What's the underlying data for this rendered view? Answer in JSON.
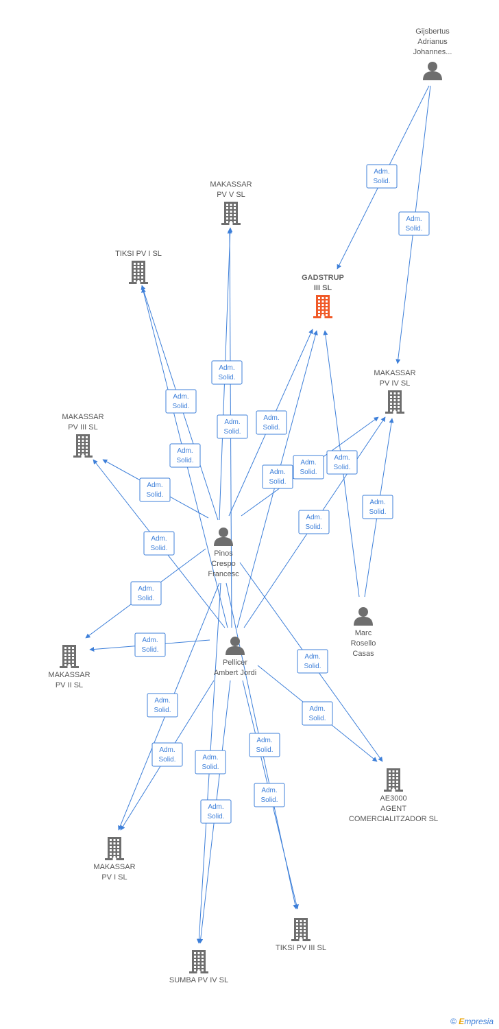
{
  "colors": {
    "edge": "#3d7fd9",
    "company": "#6e6e6e",
    "focus_company": "#f05a28",
    "person": "#6e6e6e"
  },
  "edge_label": [
    "Adm.",
    "Solid."
  ],
  "nodes": [
    {
      "id": "gijsbertus",
      "type": "person",
      "label": [
        "Gijsbertus",
        "Adrianus",
        "Johannes..."
      ]
    },
    {
      "id": "makassar5",
      "type": "company",
      "label": [
        "MAKASSAR",
        "PV V SL"
      ]
    },
    {
      "id": "tiksi1",
      "type": "company",
      "label": [
        "TIKSI PV I SL"
      ]
    },
    {
      "id": "gadstrup",
      "type": "company",
      "focus": true,
      "label": [
        "GADSTRUP",
        "III SL"
      ]
    },
    {
      "id": "makassar4",
      "type": "company",
      "label": [
        "MAKASSAR",
        "PV IV SL"
      ]
    },
    {
      "id": "makassar3",
      "type": "company",
      "label": [
        "MAKASSAR",
        "PV III SL"
      ]
    },
    {
      "id": "pinos",
      "type": "person",
      "label": [
        "Pinos",
        "Crespo",
        "Francesc"
      ]
    },
    {
      "id": "pellicer",
      "type": "person",
      "label": [
        "Pellicer",
        "Ambert Jordi"
      ]
    },
    {
      "id": "marc",
      "type": "person",
      "label": [
        "Marc",
        "Rosello",
        "Casas"
      ]
    },
    {
      "id": "makassar2",
      "type": "company",
      "label": [
        "MAKASSAR",
        "PV II SL"
      ]
    },
    {
      "id": "ae3000",
      "type": "company",
      "label": [
        "AE3000",
        "AGENT",
        "COMERCIALITZADOR SL"
      ]
    },
    {
      "id": "makassar1",
      "type": "company",
      "label": [
        "MAKASSAR",
        "PV I SL"
      ]
    },
    {
      "id": "tiksi3",
      "type": "company",
      "label": [
        "TIKSI PV III SL"
      ]
    },
    {
      "id": "sumba4",
      "type": "company",
      "label": [
        "SUMBA PV IV SL"
      ]
    }
  ],
  "edges": [
    {
      "from": "gijsbertus",
      "to": "gadstrup"
    },
    {
      "from": "gijsbertus",
      "to": "makassar4"
    },
    {
      "from": "pinos",
      "to": "makassar5"
    },
    {
      "from": "pinos",
      "to": "tiksi1"
    },
    {
      "from": "pinos",
      "to": "gadstrup"
    },
    {
      "from": "pinos",
      "to": "makassar4"
    },
    {
      "from": "pinos",
      "to": "makassar3"
    },
    {
      "from": "pinos",
      "to": "makassar2"
    },
    {
      "from": "pinos",
      "to": "ae3000"
    },
    {
      "from": "pinos",
      "to": "makassar1"
    },
    {
      "from": "pinos",
      "to": "sumba4"
    },
    {
      "from": "pinos",
      "to": "tiksi3"
    },
    {
      "from": "pellicer",
      "to": "makassar5"
    },
    {
      "from": "pellicer",
      "to": "tiksi1"
    },
    {
      "from": "pellicer",
      "to": "gadstrup"
    },
    {
      "from": "pellicer",
      "to": "makassar4"
    },
    {
      "from": "pellicer",
      "to": "makassar3"
    },
    {
      "from": "pellicer",
      "to": "makassar2"
    },
    {
      "from": "pellicer",
      "to": "ae3000"
    },
    {
      "from": "pellicer",
      "to": "makassar1"
    },
    {
      "from": "pellicer",
      "to": "sumba4"
    },
    {
      "from": "pellicer",
      "to": "tiksi3"
    },
    {
      "from": "marc",
      "to": "gadstrup"
    },
    {
      "from": "marc",
      "to": "makassar4"
    }
  ],
  "footer": {
    "copyright": "©",
    "brand_initial": "E",
    "brand_rest": "mpresia"
  }
}
